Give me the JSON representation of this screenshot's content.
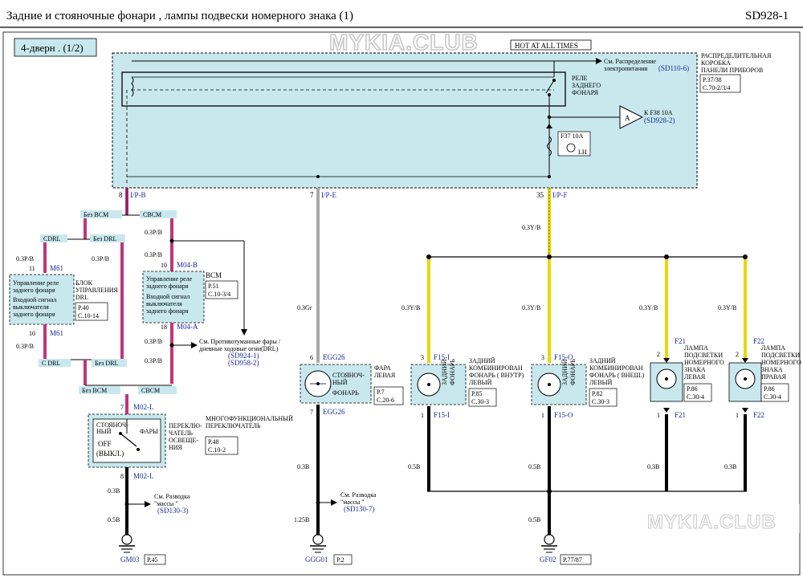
{
  "header": {
    "title": "Задние   и стояночные   фонари , лампы подвески  номерного  знака (1)",
    "code": "SD928-1"
  },
  "watermark": {
    "top": "MYKIA.CLUB",
    "bottom": "MYKIA.CLUB"
  },
  "variant": "4-дверн . (1/2)",
  "hot_label": "HOT AT ALL TIMES",
  "junction_box": {
    "name_lines": [
      "РАСПРЕДЕЛИТЕЛЬНАЯ",
      "КОРОБКА",
      "ПАНЕЛИ ПРИБОРОВ"
    ],
    "ref_lines": [
      "P.37/38",
      "C.70-2/3/4"
    ],
    "power_ref_lines": [
      "См. Распределение",
      "электропитания"
    ],
    "power_ref_code": "(SD110-6)",
    "relay_lines": [
      "РЕЛЕ",
      "ЗАДНЕГО",
      "ФОНАРЯ"
    ],
    "arrow_letter": "A",
    "arrow_ref": "К F38 10A",
    "arrow_ref_code": "(SD928-2)",
    "fuse_label": "F37 10A",
    "fuse_tag": "LH"
  },
  "pins": {
    "p8": "8",
    "ip_b": "I/P-B",
    "p7": "7",
    "ip_e": "I/P-E",
    "p35": "35",
    "ip_f": "I/P-F"
  },
  "left_section": {
    "bez_bcm": "Без BCM",
    "s_bcm": "CBCM",
    "cdrl": "CDRL",
    "bez_drl": "Без DRL",
    "wire_03pb": "0.3P/B",
    "m61": "M61",
    "pin11": "11",
    "pin10": "10",
    "drl_module_lines": [
      "Управление  реле",
      "заднего  фонаря",
      "Входной сигнал",
      "выключателя",
      "заднего  фонаря"
    ],
    "drl_name_lines": [
      "БЛОК",
      "УПРАВЛЕНИЯ",
      "DRL"
    ],
    "drl_ref_lines": [
      "P.40",
      "C.10-14"
    ],
    "bcm_module_lines": [
      "Управление  реле",
      "заднего  фонаря",
      "Входной  сигнал",
      "выключателя",
      "заднего  фонаря"
    ],
    "bcm_name": "BCM",
    "bcm_ref_lines": [
      "P.51",
      "C.10-3/4"
    ],
    "m04b": "M04-B",
    "m04a": "M04-A",
    "pin18": "18",
    "drl_ref_lines2": [
      "См. Противотуманные  фары /",
      "дневные  ходовые  огни(DRL)"
    ],
    "drl_ref_codes": [
      "(SD924-1)",
      "(SD958-2)"
    ],
    "c_drl": "C DRL",
    "bez_drl2": "Без DRL",
    "bez_bcm2": "Без BCM",
    "s_bcm2": "CBCM",
    "m02l": "M02-L",
    "pin7": "7",
    "pin8": "8",
    "switch_lines": [
      "СТОЯНОЧ-",
      "НЫЙ"
    ],
    "switch_off": [
      "OFF",
      "(ВЫКЛ.)"
    ],
    "switch_headlamp": "ФАРЫ",
    "switch_name_lines": [
      "МНОГОФУНКЦИОНАЛЬНЫЙ",
      "ПЕРЕКЛЮЧАТЕЛЬ"
    ],
    "switch_sub_lines": [
      "ПЕРЕКЛЮ-",
      "ЧАТЕЛЬ",
      "ОСВЕЩЕ-",
      "НИЯ"
    ],
    "switch_ref_lines": [
      "P.48",
      "C.10-2"
    ],
    "wire_03b": "0.3B",
    "wire_05b": "0.5B",
    "ground_ref_lines": [
      "См. Разводка",
      "\"массы \""
    ],
    "ground_ref_code": "(SD130-3)",
    "ground_name": "GM03",
    "ground_page": "P.45"
  },
  "middle_section": {
    "wire_03gr": "0.3Gr",
    "pin6": "6",
    "egg26": "EGG26",
    "lamp_lines": [
      "СТОЯНОЧ-",
      "НЫЙ",
      "ФОНАРЬ"
    ],
    "lamp_name_lines": [
      "ФАРА",
      "ЛЕВАЯ"
    ],
    "lamp_ref_lines": [
      "P.7",
      "C.20-6"
    ],
    "pin7": "7",
    "wire_03b": "0.3B",
    "wire_125b": "1.25B",
    "ground_ref_lines": [
      "См. Разводка",
      "\"массы \""
    ],
    "ground_ref_code": "(SD130-7)",
    "ground_name": "GGG01",
    "ground_page": "P.2"
  },
  "right_section": {
    "wire_03yb": "0.3Y/B",
    "wire_05b": "0.5B",
    "wire_03b": "0.3B",
    "lamps": [
      {
        "pin_top": "3",
        "conn": "F15-I",
        "inner": [
          "ЗАДНИЙ",
          "ФОНАРЬ"
        ],
        "name": [
          "ЗАДНИЙ",
          "КОМБИНИРОВАН",
          "ФОНАРЬ ( ВНУТР)",
          "ЛЕВЫЙ"
        ],
        "ref": [
          "P.85",
          "C.30-3"
        ],
        "pin_bot": "1"
      },
      {
        "pin_top": "3",
        "conn": "F15-O",
        "inner": [
          "ЗАДНИЙ",
          "ФОНАРЬ"
        ],
        "name": [
          "ЗАДНИЙ",
          "КОМБИНИРОВАН",
          "ФОНАРЬ ( ВНЕШ.)",
          "ЛЕВЫЙ"
        ],
        "ref": [
          "P.82",
          "C.30-3"
        ],
        "pin_bot": "1"
      },
      {
        "pin_top": "2",
        "conn": "F21",
        "inner": [],
        "name": [
          "ЛАМПА",
          "ПОДСВЕТКИ",
          "НОМЕРНОГО",
          "ЗНАКА",
          "ЛЕВАЯ"
        ],
        "ref": [
          "P.86",
          "C.30-4"
        ],
        "pin_bot": "1"
      },
      {
        "pin_top": "2",
        "conn": "F22",
        "inner": [],
        "name": [
          "ЛАМПА",
          "ПОДСВЕТКИ",
          "НОМЕРНОГО",
          "ЗНАКА",
          "ПРАВАЯ"
        ],
        "ref": [
          "P.86",
          "C.30-4"
        ],
        "pin_bot": "1"
      }
    ],
    "ground_name": "GF02",
    "ground_page": "P.77/87"
  },
  "colors": {
    "box_fill": "#c8e8ee",
    "pink_wire": "#c0357a",
    "yellow_wire": "#e8d800",
    "gray_wire": "#a8a8a8",
    "blue_text": "#1a2a9a"
  }
}
